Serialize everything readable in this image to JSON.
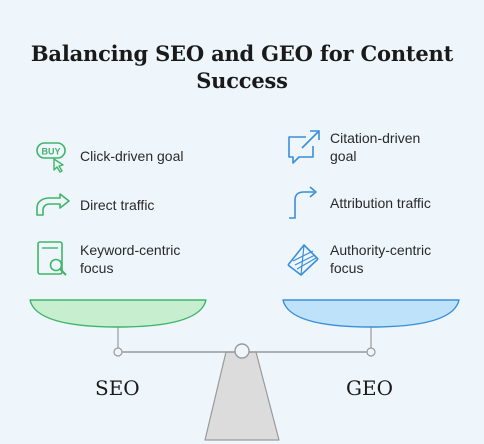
{
  "title": "Balancing SEO and GEO for Content Success",
  "left_items": [
    {
      "label": "Click-driven goal",
      "icon": "buy-click-icon"
    },
    {
      "label": "Direct traffic",
      "icon": "curved-arrow-icon"
    },
    {
      "label": "Keyword-centric focus",
      "icon": "document-search-icon"
    }
  ],
  "right_items": [
    {
      "label": "Citation-driven goal",
      "icon": "chat-arrow-icon"
    },
    {
      "label": "Attribution traffic",
      "icon": "rising-arrow-icon"
    },
    {
      "label": "Authority-centric focus",
      "icon": "book-stack-icon"
    }
  ],
  "scale": {
    "left_label": "SEO",
    "right_label": "GEO"
  },
  "colors": {
    "background": "#eef5fb",
    "seo_accent": "#3fb56a",
    "seo_fill": "#c7efcf",
    "geo_accent": "#3a8fd9",
    "geo_fill": "#bfe2fb",
    "beam": "#9a9a9a",
    "stand": "#dcdcdc"
  }
}
